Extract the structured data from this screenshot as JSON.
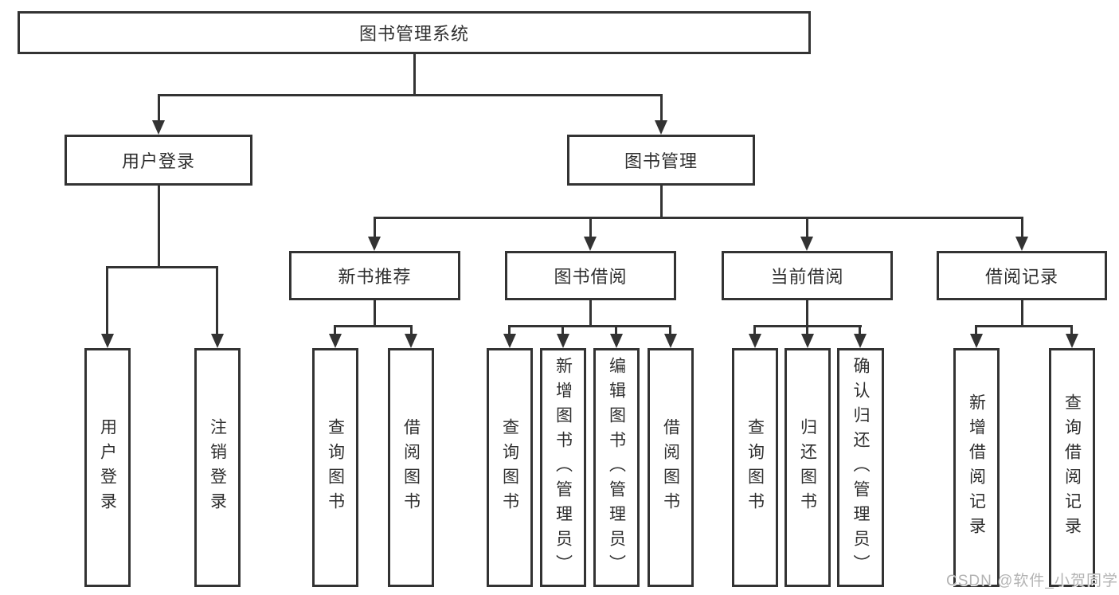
{
  "diagram": {
    "root": {
      "label": "图书管理系统",
      "children": [
        {
          "label": "用户登录",
          "children": [
            {
              "label": "用户登录"
            },
            {
              "label": "注销登录"
            }
          ]
        },
        {
          "label": "图书管理",
          "children": [
            {
              "label": "新书推荐",
              "children": [
                {
                  "label": "查询图书"
                },
                {
                  "label": "借阅图书"
                }
              ]
            },
            {
              "label": "图书借阅",
              "children": [
                {
                  "label": "查询图书"
                },
                {
                  "label": "新增图书（管理员）"
                },
                {
                  "label": "编辑图书（管理员）"
                },
                {
                  "label": "借阅图书"
                }
              ]
            },
            {
              "label": "当前借阅",
              "children": [
                {
                  "label": "查询图书"
                },
                {
                  "label": "归还图书"
                },
                {
                  "label": "确认归还（管理员）"
                }
              ]
            },
            {
              "label": "借阅记录",
              "children": [
                {
                  "label": "新增借阅记录"
                },
                {
                  "label": "查询借阅记录"
                }
              ]
            }
          ]
        }
      ]
    },
    "watermark": "CSDN @软件_小贺同学",
    "colors": {
      "line": "#333333",
      "text": "#2f2f2f",
      "watermark": "#b3b3b3",
      "background": "#ffffff"
    }
  }
}
